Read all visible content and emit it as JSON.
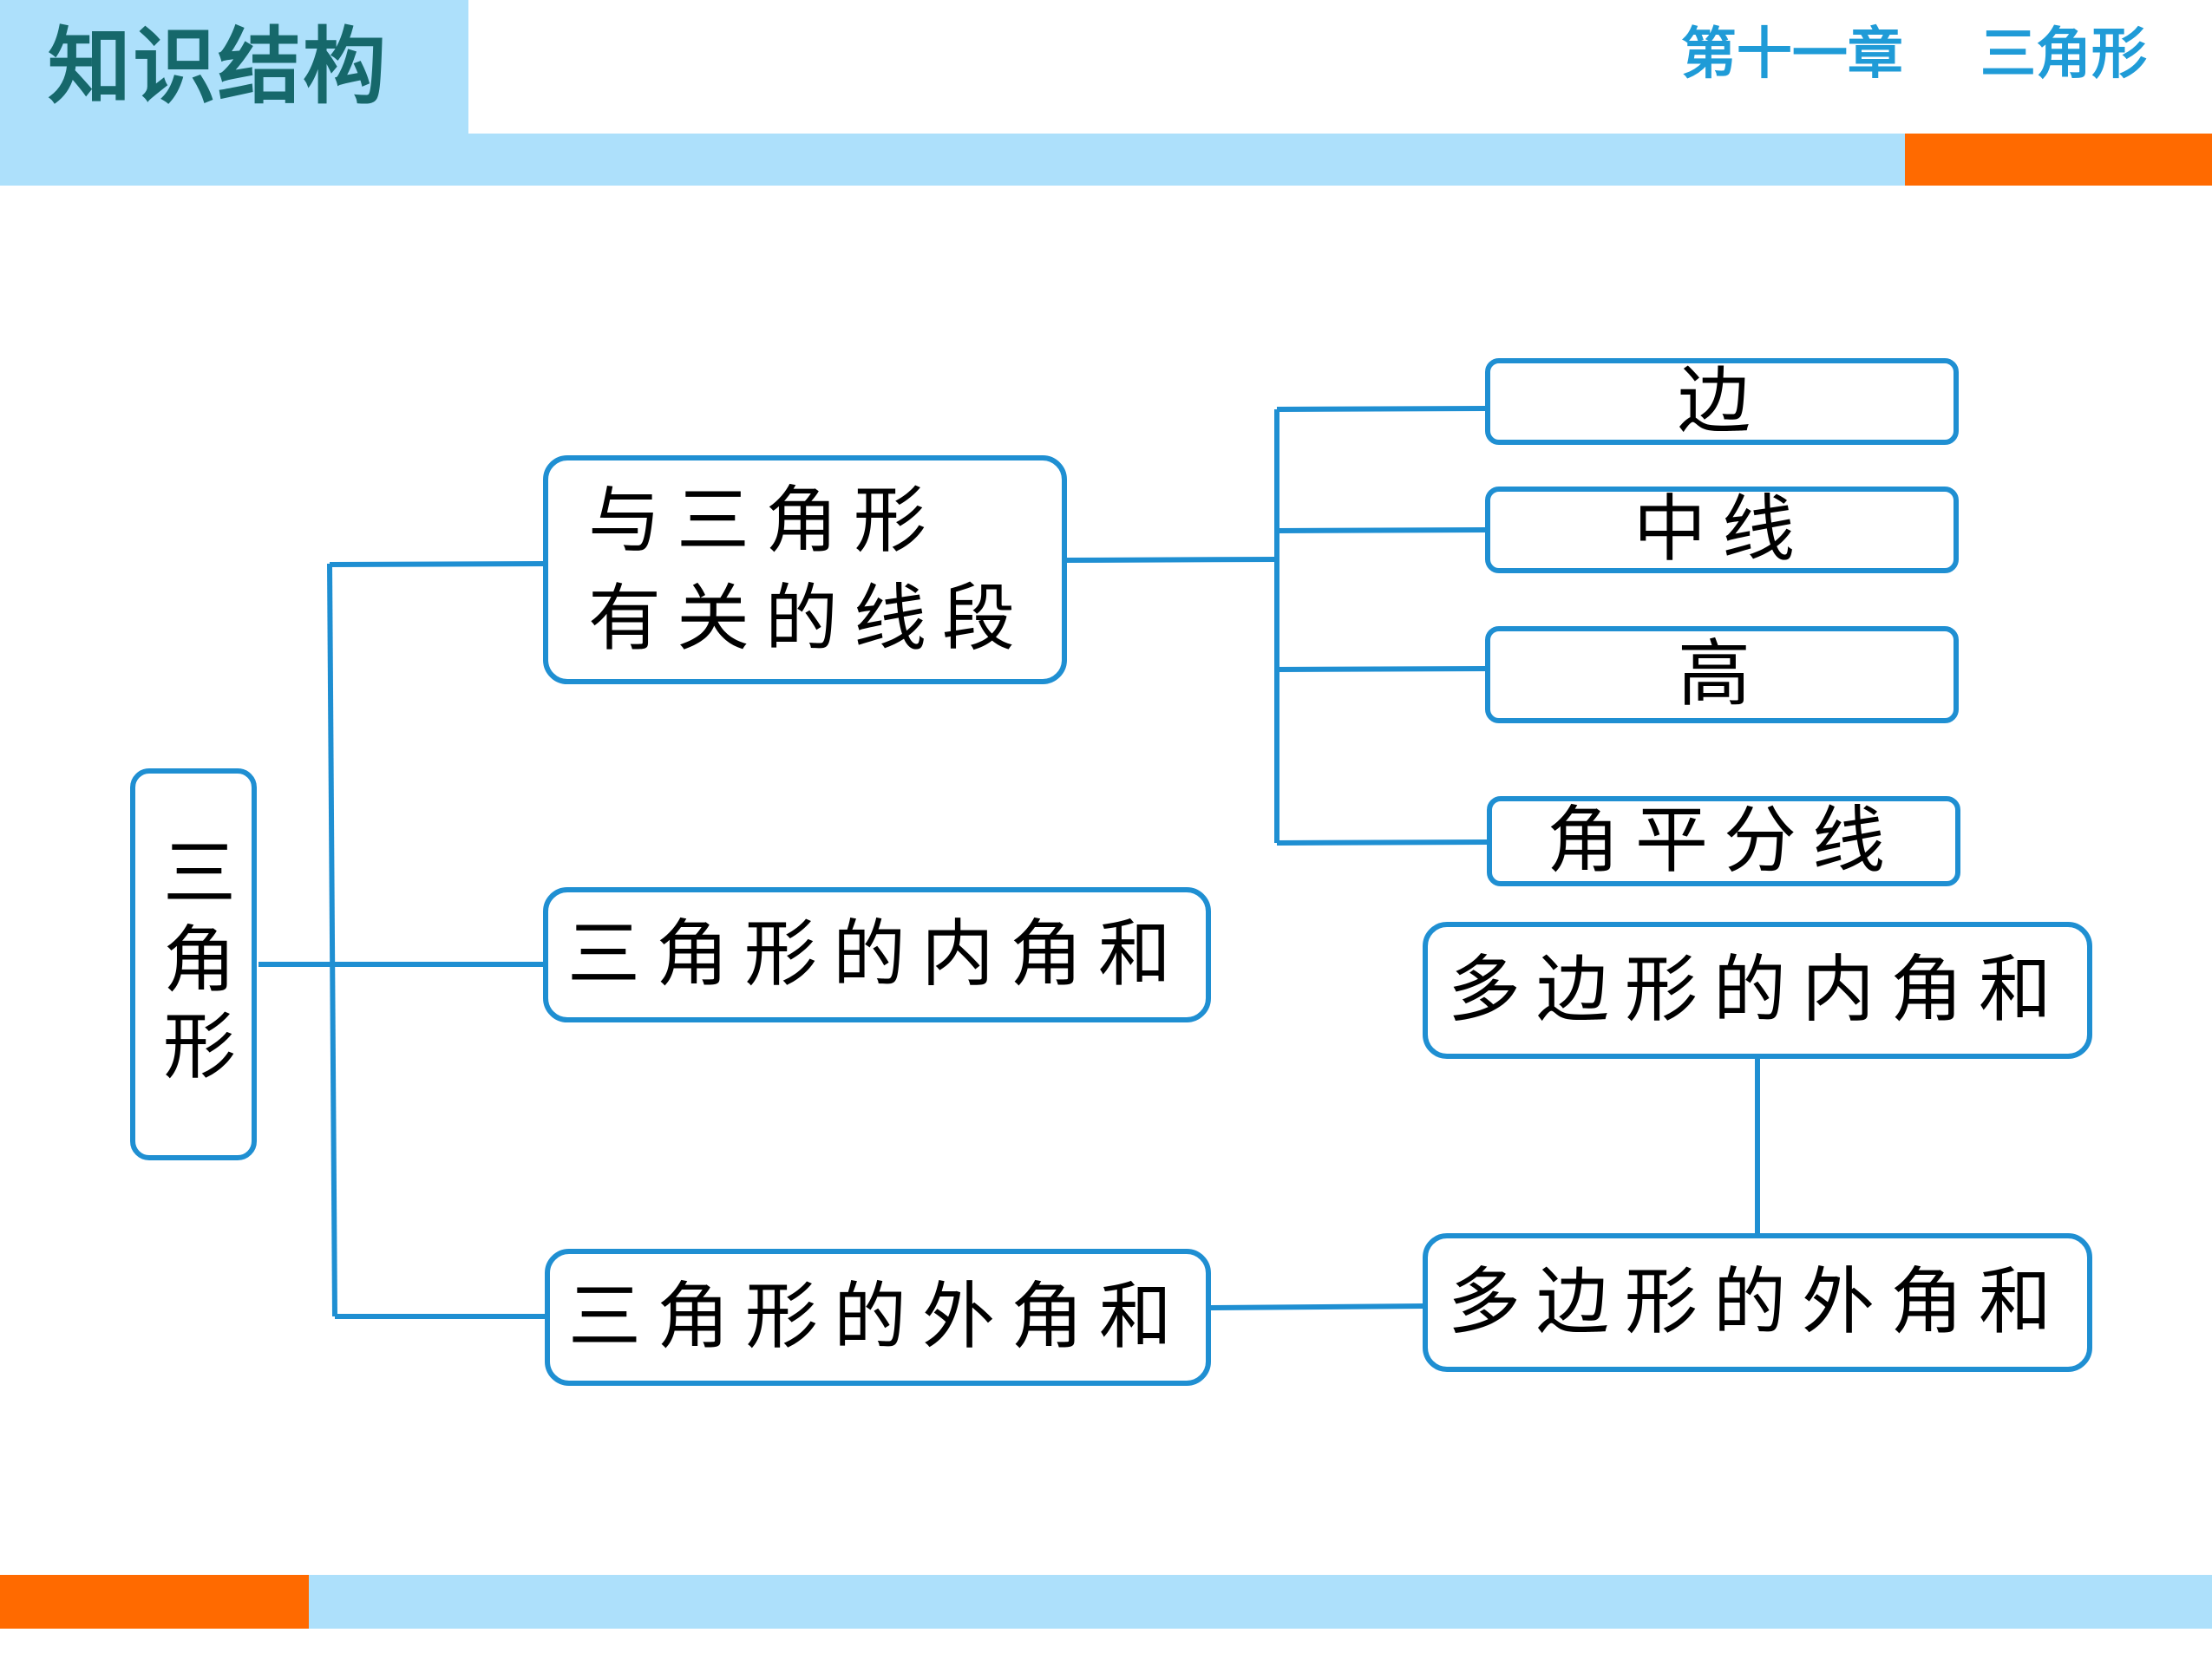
{
  "header": {
    "section_title": "知识结构",
    "chapter_title": "第十一章    三角形"
  },
  "colors": {
    "band": "#ade0fb",
    "accent": "#ff6a00",
    "node_border": "#1f8fd2",
    "section_title": "#16686b",
    "chapter_title": "#1f9bd7"
  },
  "diagram": {
    "root": "三角形",
    "segments": {
      "line1": "与三角形",
      "line2": "有关的线段"
    },
    "segment_items": [
      "边",
      "中线",
      "高",
      "角平分线"
    ],
    "interior_sum": "三角形的内角和",
    "exterior_sum": "三角形的外角和",
    "polygon_interior": "多边形的内角和",
    "polygon_exterior": "多边形的外角和"
  }
}
